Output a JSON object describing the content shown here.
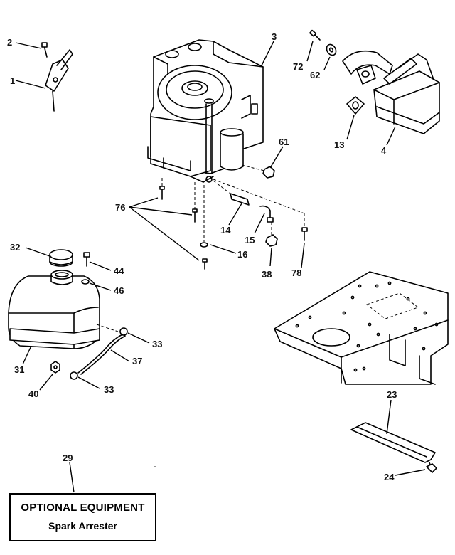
{
  "diagram": {
    "callouts": {
      "c1": "1",
      "c2": "2",
      "c3": "3",
      "c4": "4",
      "c13": "13",
      "c14": "14",
      "c15": "15",
      "c16": "16",
      "c23": "23",
      "c24": "24",
      "c29": "29",
      "c31": "31",
      "c32": "32",
      "c33a": "33",
      "c33b": "33",
      "c37": "37",
      "c38": "38",
      "c40": "40",
      "c44": "44",
      "c46": "46",
      "c61": "61",
      "c62": "62",
      "c72": "72",
      "c76": "76",
      "c78": "78"
    }
  },
  "optional_equipment": {
    "title": "OPTIONAL EQUIPMENT",
    "subtitle": "Spark Arrester"
  }
}
